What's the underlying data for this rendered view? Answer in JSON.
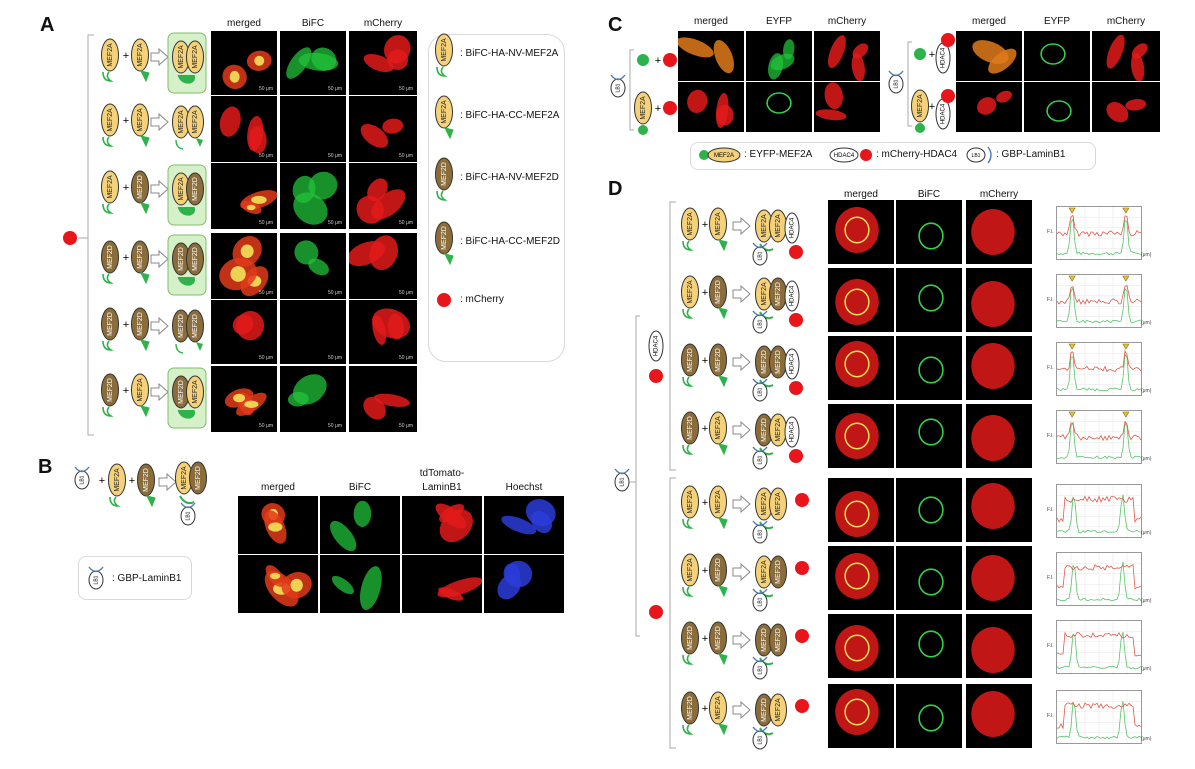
{
  "panels": {
    "A": {
      "letter": "A",
      "columns": [
        "merged",
        "BiFC",
        "mCherry"
      ],
      "scale_bar": "50 μm",
      "legend": [
        {
          "icon": "yellow-nv",
          "text": ": BiFC-HA-NV-MEF2A"
        },
        {
          "icon": "yellow-cc",
          "text": ": BiFC-HA-CC-MEF2A"
        },
        {
          "icon": "brown-nv",
          "text": ": BiFC-HA-NV-MEF2D"
        },
        {
          "icon": "brown-cc",
          "text": ": BiFC-HA-CC-MEF2D"
        },
        {
          "icon": "red-dot",
          "text": ": mCherry"
        }
      ],
      "rows": [
        {
          "a": "MEF2A",
          "b": "MEF2A",
          "ca": "yellow",
          "cb": "yellow",
          "bifc": true
        },
        {
          "a": "MEF2A",
          "b": "MEF2A",
          "ca": "yellow",
          "cb": "yellow",
          "bifc": false
        },
        {
          "a": "MEF2A",
          "b": "MEF2D",
          "ca": "yellow",
          "cb": "brown",
          "bifc": true
        },
        {
          "a": "MEF2D",
          "b": "MEF2D",
          "ca": "brown",
          "cb": "brown",
          "bifc": true
        },
        {
          "a": "MEF2D",
          "b": "MEF2D",
          "ca": "brown",
          "cb": "brown",
          "bifc": false
        },
        {
          "a": "MEF2D",
          "b": "MEF2A",
          "ca": "brown",
          "cb": "yellow",
          "bifc": true
        }
      ]
    },
    "B": {
      "letter": "B",
      "columns": [
        "merged",
        "BiFC",
        "tdTomato-\nLaminB1",
        "Hoechst"
      ],
      "col3_line1": "tdTomato-",
      "col3_line2": "LaminB1",
      "legend_text": ": GBP-LaminB1",
      "lb1": "LB1",
      "mef2a": "MEF2A",
      "mef2d": "MEF2D"
    },
    "C": {
      "letter": "C",
      "columns": [
        "merged",
        "EYFP",
        "mCherry"
      ],
      "legend": [
        {
          "tag": "MEF2A",
          "text": ": EYFP-MEF2A"
        },
        {
          "tag": "HDAC4",
          "text": ": mCherry-HDAC4"
        },
        {
          "tag": "LB1",
          "text": ": GBP-LaminB1"
        }
      ],
      "lb1": "LB1",
      "hdac4": "HDAC4",
      "mef2a": "MEF2A"
    },
    "D": {
      "letter": "D",
      "columns": [
        "merged",
        "BiFC",
        "mCherry"
      ],
      "lb1": "LB1",
      "hdac4": "HDAC4",
      "plot_ylabel": "F.I.",
      "plot_xunit": "(μm)",
      "rows": [
        {
          "a": "MEF2A",
          "b": "MEF2A",
          "ca": "yellow",
          "cb": "yellow",
          "hdac": true
        },
        {
          "a": "MEF2A",
          "b": "MEF2D",
          "ca": "yellow",
          "cb": "brown",
          "hdac": true
        },
        {
          "a": "MEF2D",
          "b": "MEF2D",
          "ca": "brown",
          "cb": "brown",
          "hdac": true
        },
        {
          "a": "MEF2D",
          "b": "MEF2A",
          "ca": "brown",
          "cb": "yellow",
          "hdac": true
        },
        {
          "a": "MEF2A",
          "b": "MEF2A",
          "ca": "yellow",
          "cb": "yellow",
          "hdac": false
        },
        {
          "a": "MEF2A",
          "b": "MEF2D",
          "ca": "yellow",
          "cb": "brown",
          "hdac": false
        },
        {
          "a": "MEF2D",
          "b": "MEF2D",
          "ca": "brown",
          "cb": "brown",
          "hdac": false
        },
        {
          "a": "MEF2D",
          "b": "MEF2A",
          "ca": "brown",
          "cb": "yellow",
          "hdac": false
        }
      ]
    }
  },
  "colors": {
    "yellow_fill": "#f5d27a",
    "brown_fill": "#8a6d3b",
    "green": "#2db34a",
    "red": "#e8151b",
    "blue_arc": "#4a78b5",
    "box_green": "#d6f0c9"
  }
}
